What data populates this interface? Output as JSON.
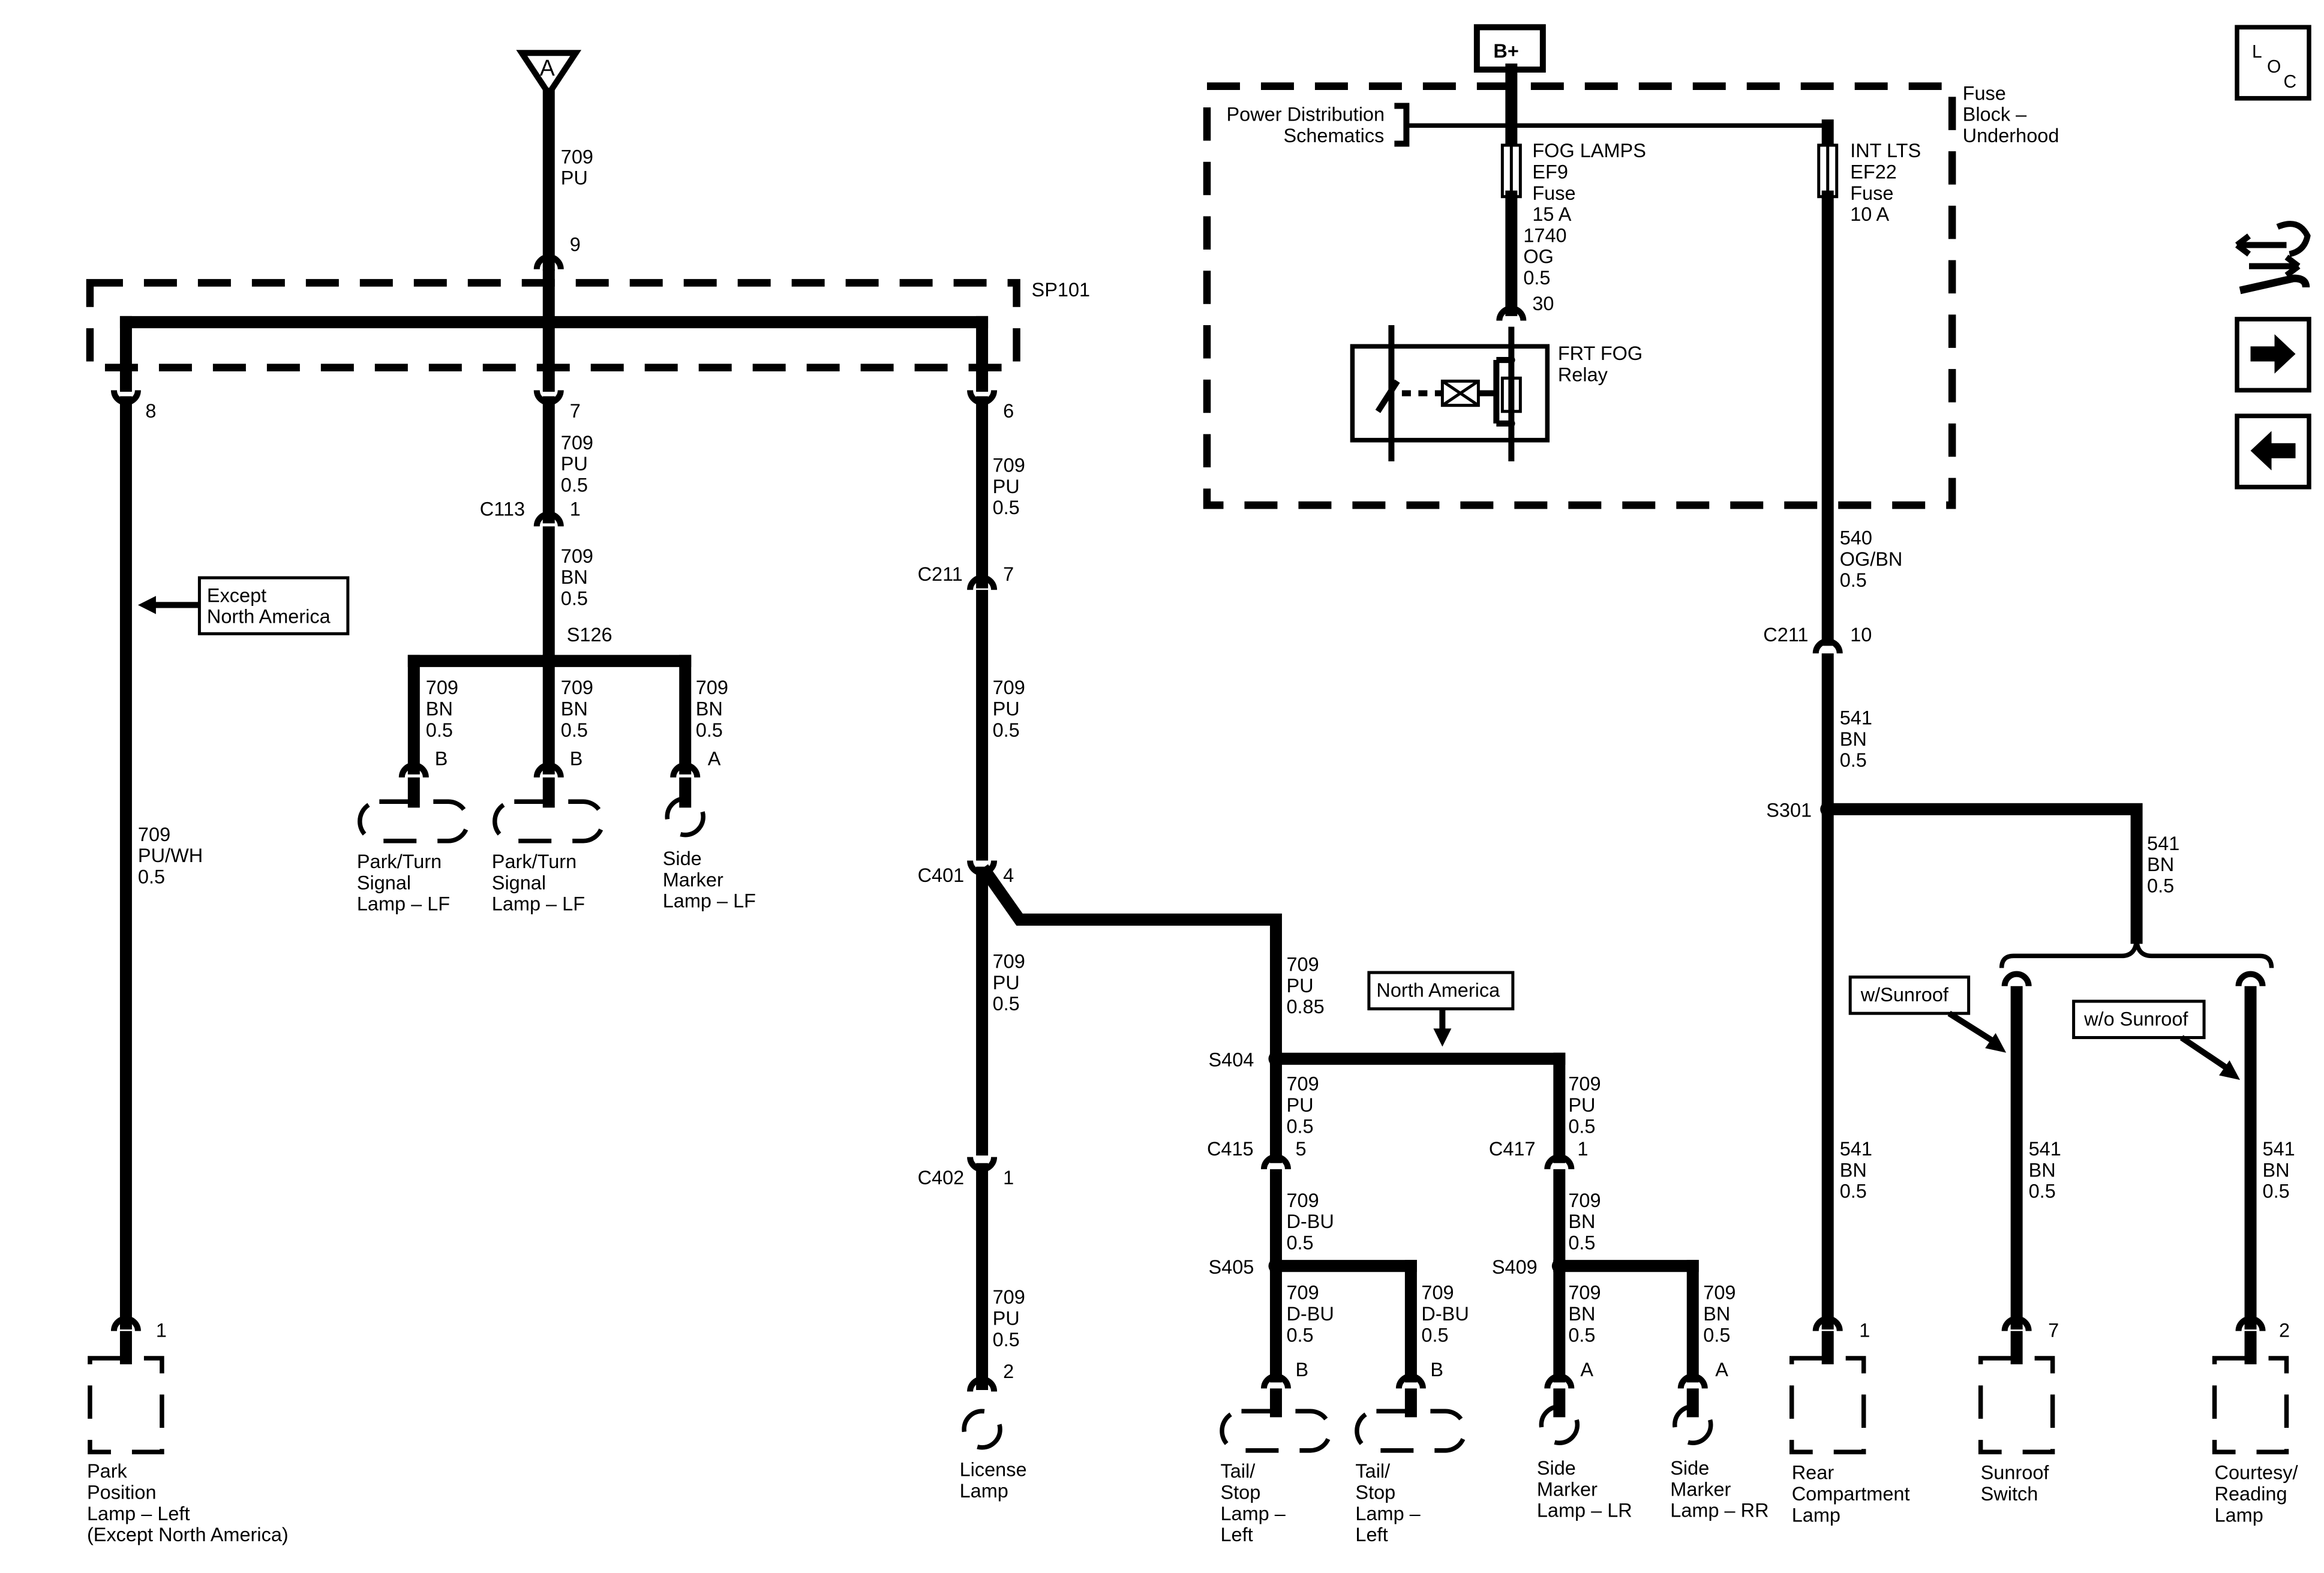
{
  "source": {
    "label": "A",
    "bplus": "B+"
  },
  "loc_icon": {
    "l": "L",
    "o": "O",
    "c": "C"
  },
  "splices": {
    "sp101": "SP101",
    "s126": "S126",
    "s404": "S404",
    "s405": "S405",
    "s409": "S409",
    "s301": "S301"
  },
  "wires": {
    "a": {
      "circuit": "709",
      "color": "PU"
    },
    "sp101_in": {
      "pin": "9"
    },
    "sp101_out_8": {
      "pin": "8"
    },
    "sp101_out_7": {
      "pin": "7"
    },
    "sp101_out_6": {
      "pin": "6"
    },
    "left_long": {
      "circuit": "709",
      "color": "PU/WH",
      "size": "0.5"
    },
    "w7": {
      "circuit": "709",
      "color": "PU",
      "size": "0.5"
    },
    "c113": {
      "name": "C113",
      "pin": "1"
    },
    "w_c113_s126": {
      "circuit": "709",
      "color": "BN",
      "size": "0.5"
    },
    "w_lf1": {
      "circuit": "709",
      "color": "BN",
      "size": "0.5",
      "pin": "B"
    },
    "w_lf2": {
      "circuit": "709",
      "color": "BN",
      "size": "0.5",
      "pin": "B"
    },
    "w_lf3": {
      "circuit": "709",
      "color": "BN",
      "size": "0.5",
      "pin": "A"
    },
    "w6": {
      "circuit": "709",
      "color": "PU",
      "size": "0.5"
    },
    "c211a": {
      "name": "C211",
      "pin": "7"
    },
    "w_c211_c401": {
      "circuit": "709",
      "color": "PU",
      "size": "0.5"
    },
    "c401": {
      "name": "C401",
      "pin": "4"
    },
    "w_c401_c402": {
      "circuit": "709",
      "color": "PU",
      "size": "0.5"
    },
    "c402": {
      "name": "C402",
      "pin": "1"
    },
    "w_c402_lic": {
      "circuit": "709",
      "color": "PU",
      "size": "0.5",
      "pin": "2"
    },
    "w_c401_s404": {
      "circuit": "709",
      "color": "PU",
      "size": "0.85"
    },
    "w_s404_c415": {
      "circuit": "709",
      "color": "PU",
      "size": "0.5"
    },
    "c415": {
      "name": "C415",
      "pin": "5"
    },
    "w_c415_s405": {
      "circuit": "709",
      "color": "D-BU",
      "size": "0.5"
    },
    "w_s405_l1": {
      "circuit": "709",
      "color": "D-BU",
      "size": "0.5",
      "pin": "B"
    },
    "w_s405_l2": {
      "circuit": "709",
      "color": "D-BU",
      "size": "0.5",
      "pin": "B"
    },
    "w_s404_c417": {
      "circuit": "709",
      "color": "PU",
      "size": "0.5"
    },
    "c417": {
      "name": "C417",
      "pin": "1"
    },
    "w_c417_s409": {
      "circuit": "709",
      "color": "BN",
      "size": "0.5"
    },
    "w_s409_l1": {
      "circuit": "709",
      "color": "BN",
      "size": "0.5",
      "pin": "A"
    },
    "w_s409_l2": {
      "circuit": "709",
      "color": "BN",
      "size": "0.5",
      "pin": "A"
    },
    "w_fog": {
      "circuit": "1740",
      "color": "OG",
      "size": "0.5",
      "pin": "30"
    },
    "w_int": {
      "circuit": "540",
      "color": "OG/BN",
      "size": "0.5"
    },
    "c211b": {
      "name": "C211",
      "pin": "10"
    },
    "w_c211_s301": {
      "circuit": "541",
      "color": "BN",
      "size": "0.5"
    },
    "w_s301_rear": {
      "circuit": "541",
      "color": "BN",
      "size": "0.5",
      "pin": "1"
    },
    "w_s301_branch": {
      "circuit": "541",
      "color": "BN",
      "size": "0.5"
    },
    "w_sunroof": {
      "circuit": "541",
      "color": "BN",
      "size": "0.5",
      "pin": "7"
    },
    "w_courtesy": {
      "circuit": "541",
      "color": "BN",
      "size": "0.5",
      "pin": "2"
    },
    "w_park_pin": {
      "pin": "1"
    }
  },
  "fuses": {
    "fog": {
      "name": "FOG LAMPS",
      "id": "EF9",
      "type": "Fuse",
      "rating": "15 A"
    },
    "int": {
      "name": "INT LTS",
      "id": "EF22",
      "type": "Fuse",
      "rating": "10 A"
    }
  },
  "fuse_block": {
    "line1": "Fuse",
    "line2": "Block –",
    "line3": "Underhood"
  },
  "power_distribution": {
    "line1": "Power Distribution",
    "line2": "Schematics"
  },
  "relay": {
    "line1": "FRT FOG",
    "line2": "Relay"
  },
  "notes": {
    "except_na": {
      "line1": "Except",
      "line2": "North America"
    },
    "na": "North America",
    "w_sunroof": "w/Sunroof",
    "wo_sunroof": "w/o Sunroof"
  },
  "components": {
    "park_pos": {
      "l1": "Park",
      "l2": "Position",
      "l3": "Lamp – Left",
      "l4": "(Except North America)"
    },
    "park_turn1": {
      "l1": "Park/Turn",
      "l2": "Signal",
      "l3": "Lamp – LF"
    },
    "park_turn2": {
      "l1": "Park/Turn",
      "l2": "Signal",
      "l3": "Lamp – LF"
    },
    "side_lf": {
      "l1": "Side",
      "l2": "Marker",
      "l3": "Lamp – LF"
    },
    "license": {
      "l1": "License",
      "l2": "Lamp"
    },
    "tail1": {
      "l1": "Tail/",
      "l2": "Stop",
      "l3": "Lamp –",
      "l4": "Left"
    },
    "tail2": {
      "l1": "Tail/",
      "l2": "Stop",
      "l3": "Lamp –",
      "l4": "Left"
    },
    "side_lr": {
      "l1": "Side",
      "l2": "Marker",
      "l3": "Lamp – LR"
    },
    "side_rr": {
      "l1": "Side",
      "l2": "Marker",
      "l3": "Lamp – RR"
    },
    "rear_comp": {
      "l1": "Rear",
      "l2": "Compartment",
      "l3": "Lamp"
    },
    "sunroof_sw": {
      "l1": "Sunroof",
      "l2": "Switch"
    },
    "courtesy": {
      "l1": "Courtesy/",
      "l2": "Reading",
      "l3": "Lamp"
    }
  }
}
